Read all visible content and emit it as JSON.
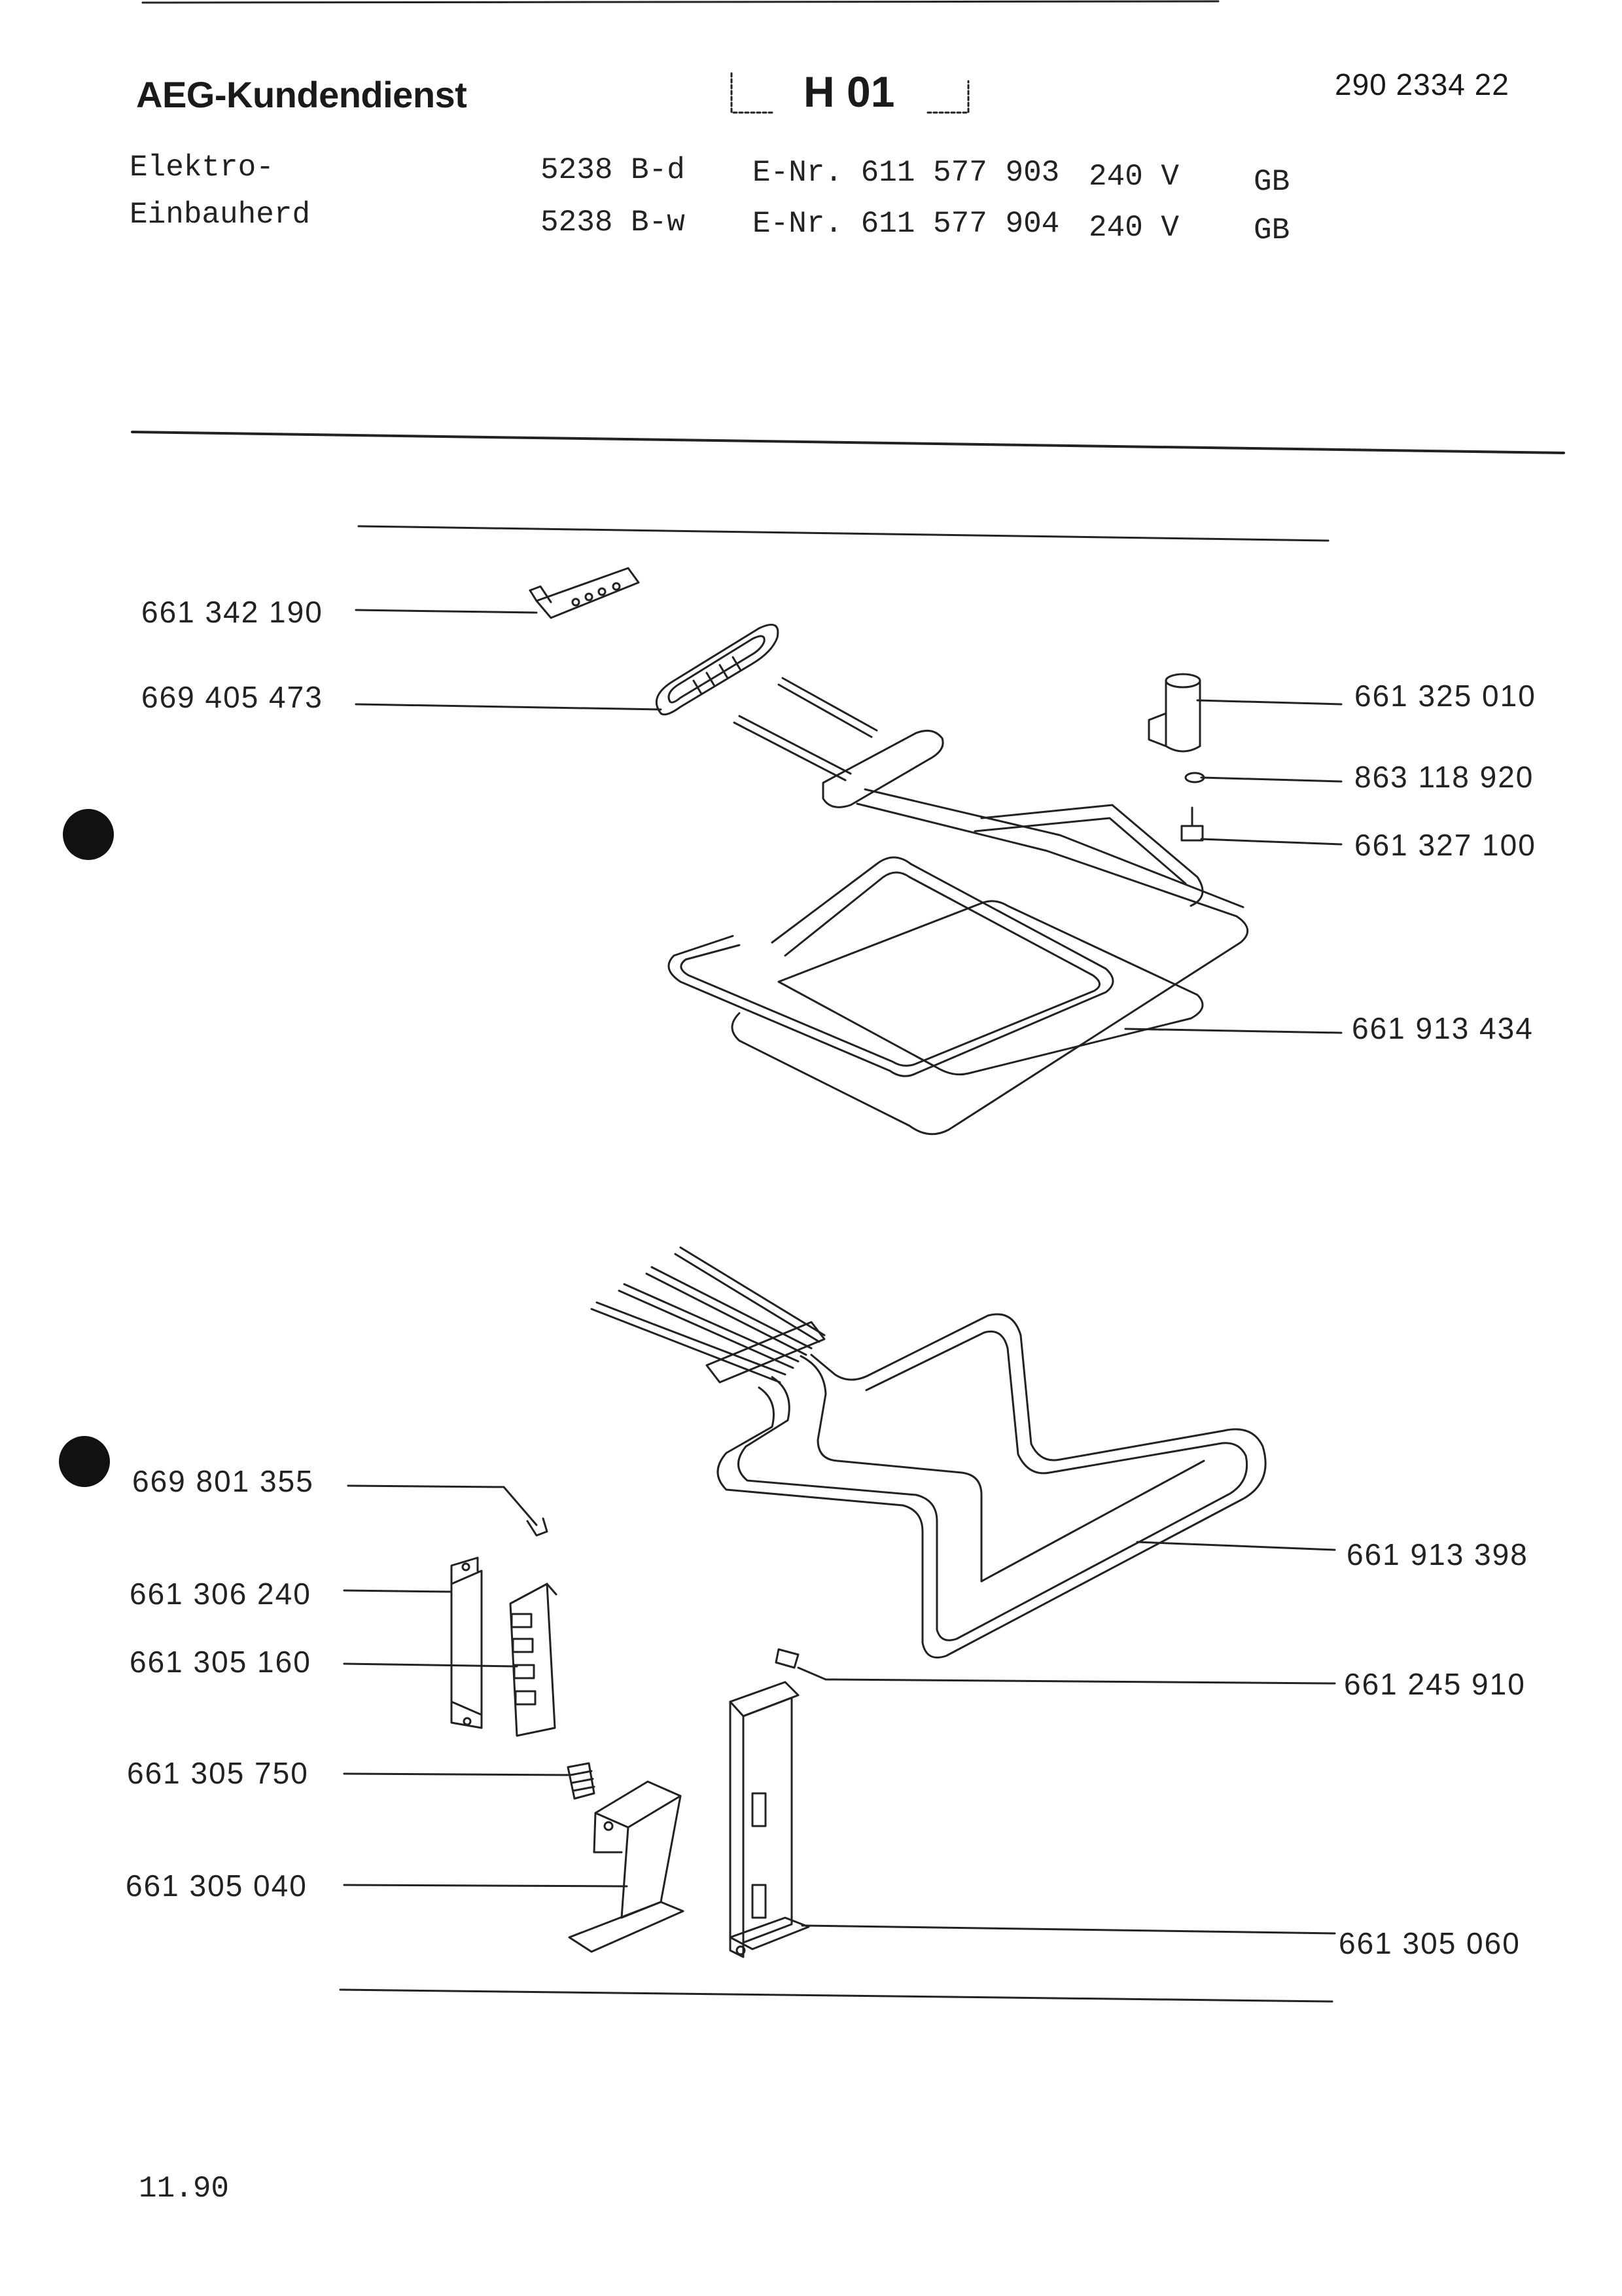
{
  "header": {
    "brand": "AEG-Kundendienst",
    "sheet_code": "H 01",
    "doc_number": "290 2334 22"
  },
  "appliance": {
    "type_line1": "Elektro-",
    "type_line2": "Einbauherd",
    "models": [
      {
        "model": "5238 B-d",
        "enr": "E-Nr. 611 577 903",
        "voltage": "240 V",
        "country": "GB"
      },
      {
        "model": "5238 B-w",
        "enr": "E-Nr. 611 577 904",
        "voltage": "240 V",
        "country": "GB"
      }
    ]
  },
  "parts": {
    "p1": "661 342 190",
    "p2": "669 405 473",
    "p3": "661 325 010",
    "p4": "863 118 920",
    "p5": "661 327 100",
    "p6": "661 913 434",
    "p7": "669 801 355",
    "p8": "661 913 398",
    "p9": "661 306 240",
    "p10": "661 305 160",
    "p11": "661 245 910",
    "p12": "661 305 750",
    "p13": "661 305 040",
    "p14": "661 305 060"
  },
  "footer": {
    "date": "11.90"
  }
}
